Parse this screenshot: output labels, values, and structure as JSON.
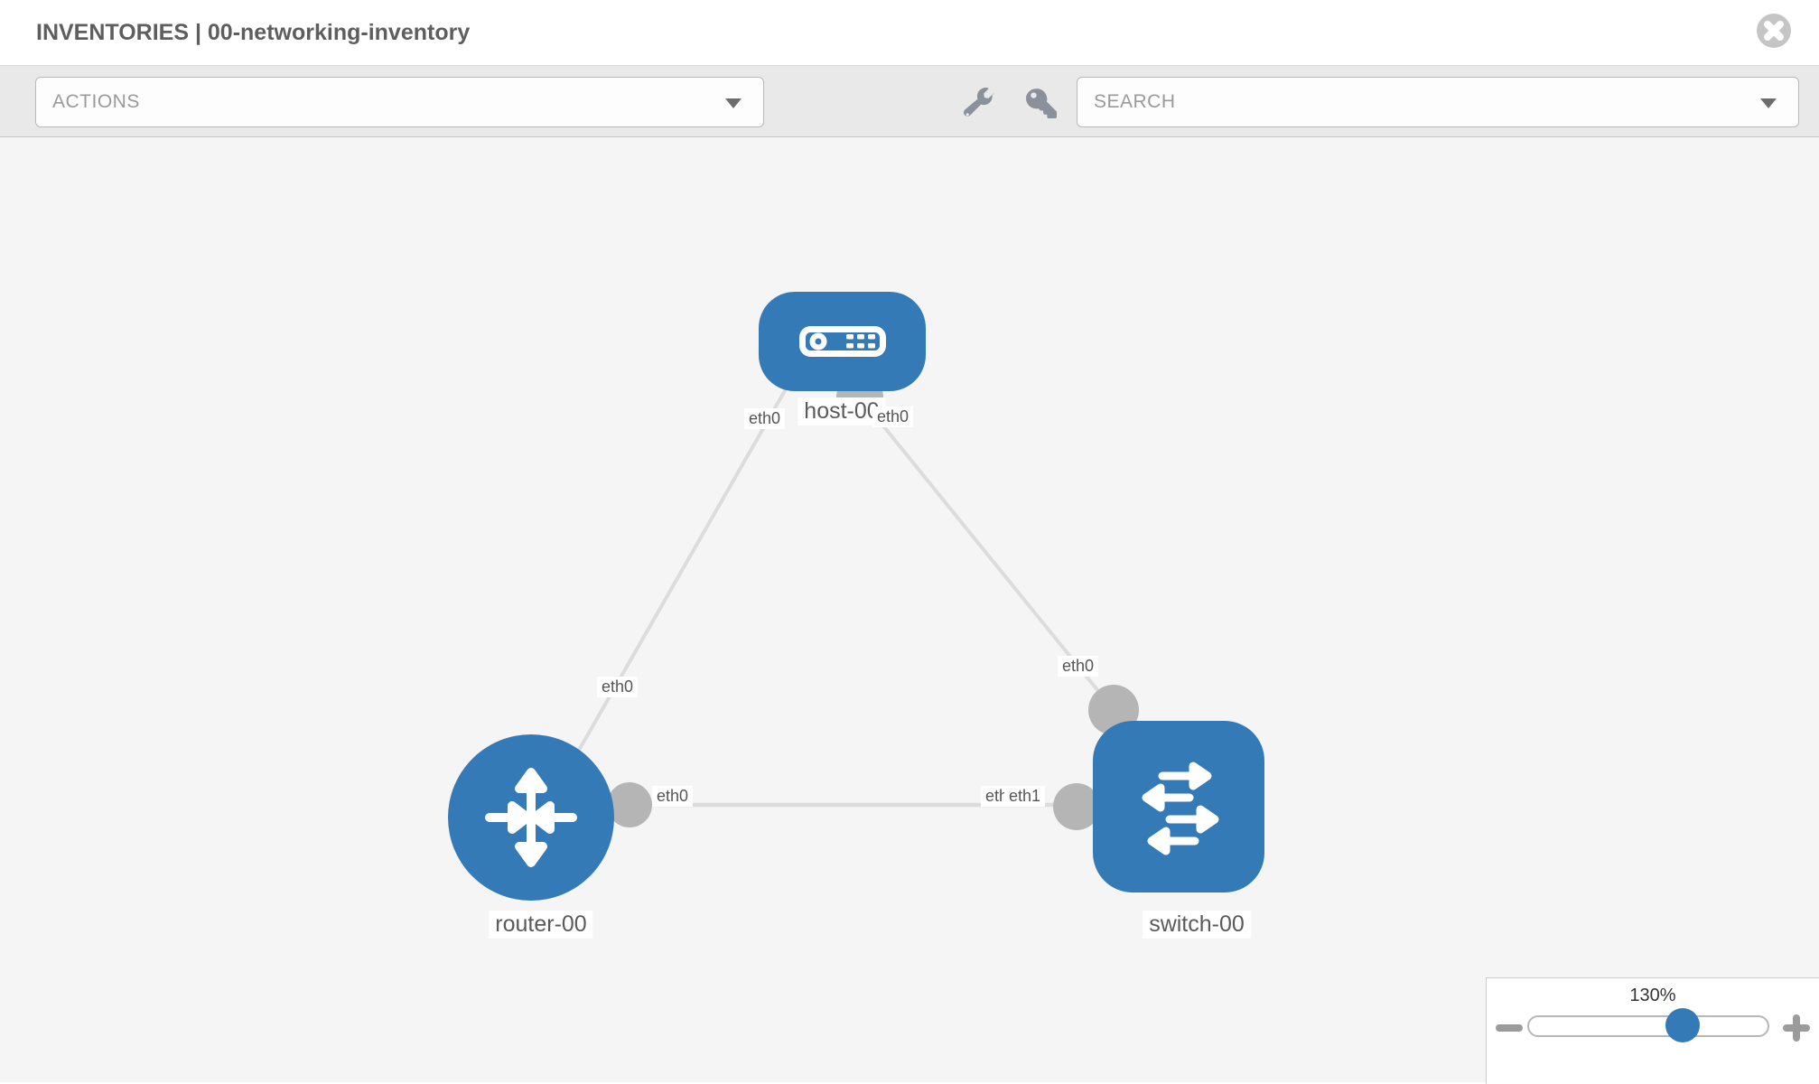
{
  "header": {
    "title": "INVENTORIES | 00-networking-inventory"
  },
  "toolbar": {
    "actions": {
      "label": "ACTIONS"
    },
    "search": {
      "label": "SEARCH"
    },
    "icons": [
      "wrench-icon",
      "key-icon"
    ]
  },
  "topology": {
    "nodes": [
      {
        "id": "host-00",
        "type": "host",
        "label": "host-00"
      },
      {
        "id": "router-00",
        "type": "router",
        "label": "router-00"
      },
      {
        "id": "switch-00",
        "type": "switch",
        "label": "switch-00"
      }
    ],
    "links": [
      {
        "from": "host-00",
        "to": "router-00",
        "from_interface": "eth0",
        "to_interface": "eth0"
      },
      {
        "from": "host-00",
        "to": "switch-00",
        "from_interface": "eth0",
        "to_interface": "eth0"
      },
      {
        "from": "router-00",
        "to": "switch-00",
        "from_interface": "eth0",
        "to_interface": "eth1",
        "to_interface_overlapped": "eth0"
      }
    ]
  },
  "zoom_control": {
    "percent": "130%",
    "minus": "−",
    "plus": "+"
  },
  "colors": {
    "node_blue": "#337ab7",
    "link_gray": "#dcdcdc",
    "interface_gray": "#b5b5b5",
    "canvas_bg": "#f5f5f5",
    "toolbar_bg": "#e9e9e9"
  }
}
